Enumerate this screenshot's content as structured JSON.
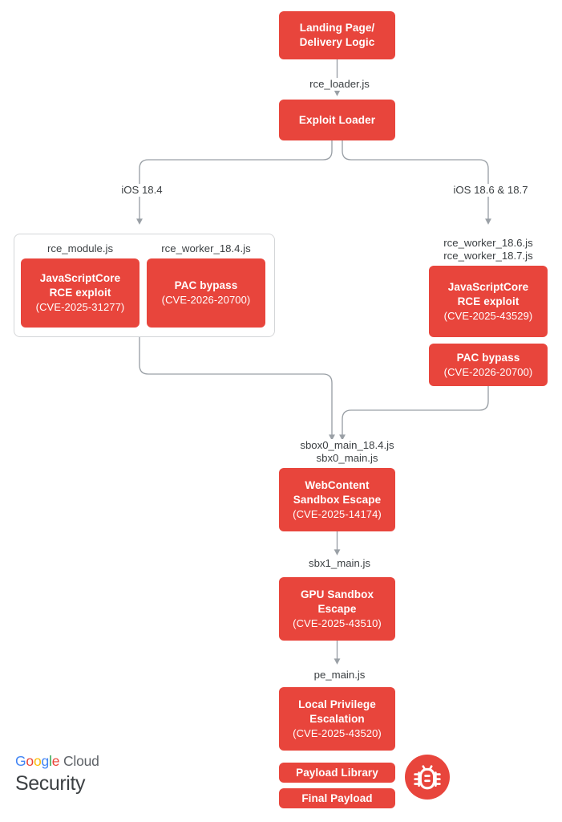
{
  "diagram": {
    "title": "iOS exploit chain",
    "accent_color": "#E8453C",
    "line_color": "#9aa0a6",
    "group_border_color": "#d4d6d8"
  },
  "nodes": {
    "landing": {
      "line1": "Landing Page/",
      "line2": "Delivery Logic"
    },
    "loader": {
      "line1": "Exploit Loader"
    },
    "jsc_184": {
      "line1": "JavaScriptCore",
      "line2": "RCE exploit",
      "cve": "(CVE-2025-31277)"
    },
    "pac_184": {
      "line1": "PAC bypass",
      "cve": "(CVE-2026-20700)"
    },
    "jsc_186": {
      "line1": "JavaScriptCore",
      "line2": "RCE exploit",
      "cve": "(CVE-2025-43529)"
    },
    "pac_186": {
      "line1": "PAC bypass",
      "cve": "(CVE-2026-20700)"
    },
    "webcontent": {
      "line1": "WebContent",
      "line2": "Sandbox Escape",
      "cve": "(CVE-2025-14174)"
    },
    "gpu": {
      "line1": "GPU Sandbox",
      "line2": "Escape",
      "cve": "(CVE-2025-43510)"
    },
    "lpe": {
      "line1": "Local Privilege",
      "line2": "Escalation",
      "cve": "(CVE-2025-43520)"
    },
    "payload_library": {
      "line1": "Payload Library"
    },
    "final_payload": {
      "line1": "Final Payload"
    }
  },
  "edge_labels": {
    "rce_loader": "rce_loader.js",
    "ios_184": "iOS 18.4",
    "ios_186_187": "iOS 18.6 & 18.7",
    "rce_module": "rce_module.js",
    "rce_worker_184": "rce_worker_18.4.js",
    "rce_worker_186_187": "rce_worker_18.6.js\nrce_worker_18.7.js",
    "sbox0": "sbox0_main_18.4.js\nsbx0_main.js",
    "sbx1": "sbx1_main.js",
    "pe_main": "pe_main.js"
  },
  "footer": {
    "logo_google": [
      "G",
      "o",
      "o",
      "g",
      "l",
      "e"
    ],
    "logo_cloud": " Cloud",
    "logo_security": "Security",
    "bug_icon": "bug-icon"
  }
}
